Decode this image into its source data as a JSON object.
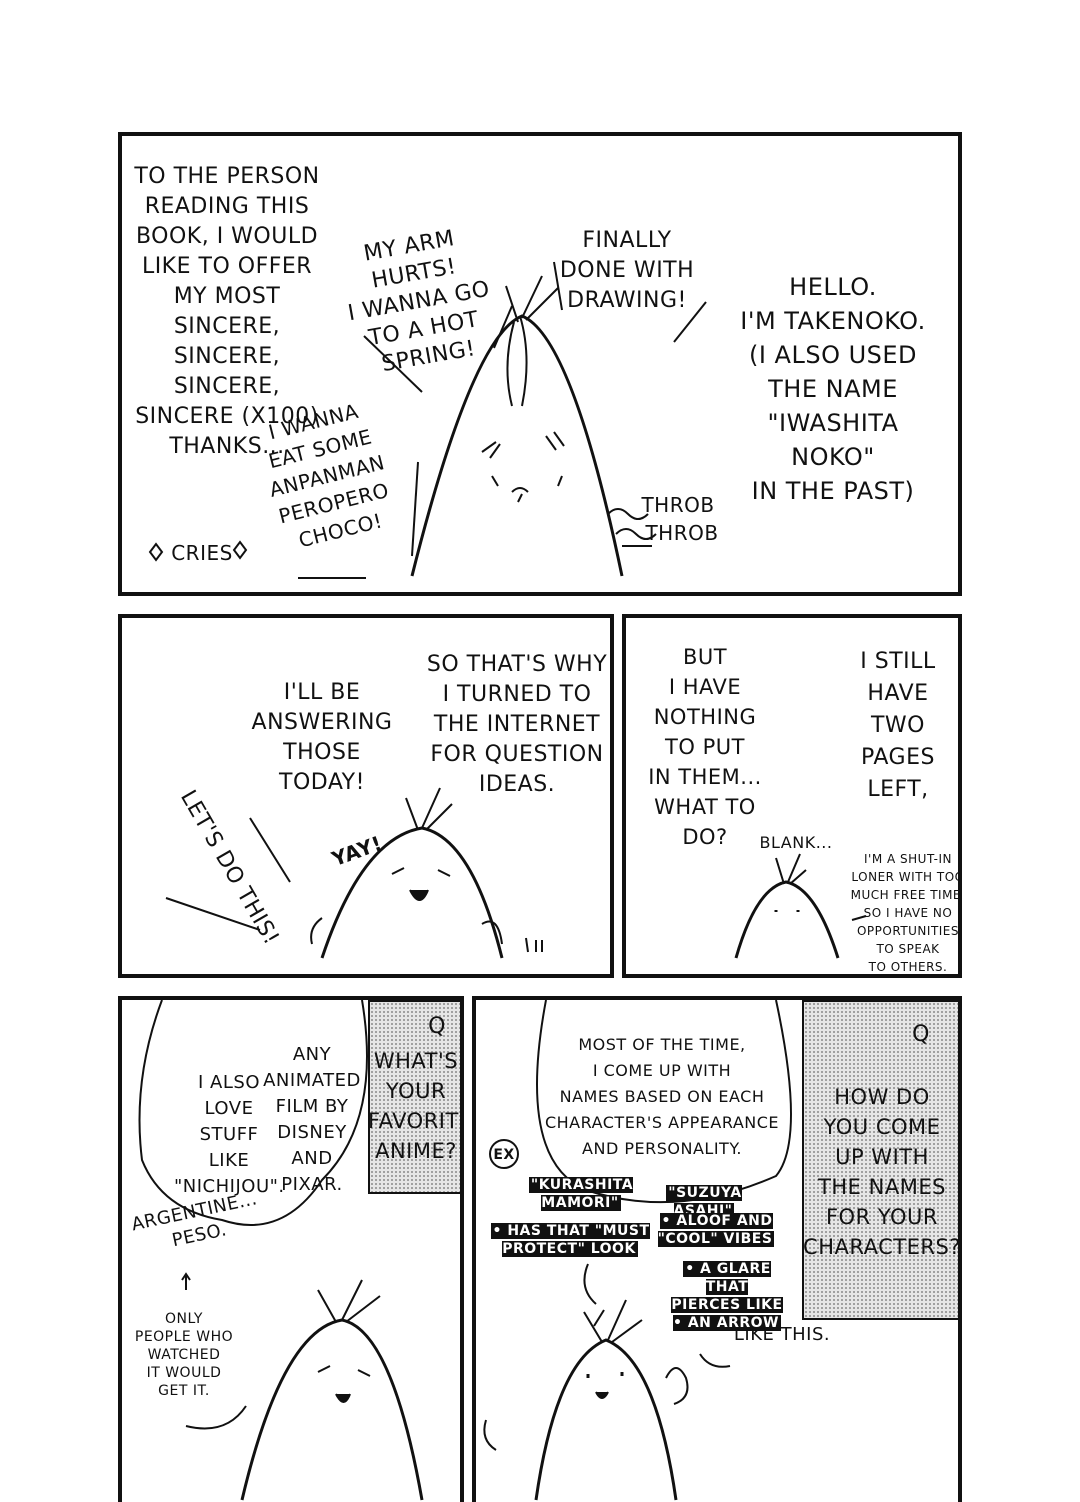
{
  "panel1": {
    "thanks": "TO THE PERSON\nREADING THIS\nBOOK, I WOULD\nLIKE TO OFFER\nMY MOST SINCERE,\nSINCERE, SINCERE,\nSINCERE (X100)\nTHANKS...",
    "arm": "MY ARM HURTS!\nI WANNA GO\nTO A HOT\nSPRING!",
    "finally": "FINALLY\nDONE WITH\nDRAWING!",
    "hello": "HELLO.\nI'M TAKENOKO.\n(I ALSO USED\nTHE NAME\n\"IWASHITA NOKO\"\nIN THE PAST)",
    "eat": "I WANNA\nEAT SOME\nANPANMAN\nPEROPERO\nCHOCO!",
    "cries": "CRIES",
    "throb1": "THROB",
    "throb2": "THROB"
  },
  "panel2": {
    "answering": "I'LL BE\nANSWERING\nTHOSE\nTODAY!",
    "internet": "SO THAT'S WHY\nI TURNED TO\nTHE INTERNET\nFOR QUESTION\nIDEAS.",
    "letsdo": "LET'S DO THIS!",
    "yay": "YAY!"
  },
  "panel3": {
    "still": "I STILL\nHAVE\nTWO\nPAGES\nLEFT,",
    "nothing": "BUT\nI HAVE\nNOTHING\nTO PUT\nIN THEM...\nWHAT TO\nDO?",
    "blank": "BLANK...",
    "shutin": "I'M A SHUT-IN\nLONER WITH TOO\nMUCH FREE TIME,\nSO I HAVE NO\nOPPORTUNITIES\nTO SPEAK\nTO OTHERS."
  },
  "panel4": {
    "q_mark": "Q",
    "question": "WHAT'S\nYOUR\nFAVORITE\nANIME?",
    "disney": "ANY\nANIMATED\nFILM BY\nDISNEY\nAND\nPIXAR.",
    "nichijou": "I ALSO\nLOVE\nSTUFF\nLIKE\n\"NICHIJOU\".",
    "peso": "ARGENTINE...\nPESO.",
    "only": "ONLY\nPEOPLE WHO\nWATCHED\nIT WOULD\nGET IT."
  },
  "panel5": {
    "q_mark": "Q",
    "question": "HOW DO\nYOU COME\nUP WITH\nTHE NAMES\nFOR YOUR\nCHARACTERS?",
    "most": "MOST OF THE TIME,\nI COME UP WITH\nNAMES BASED ON EACH\nCHARACTER'S APPEARANCE\nAND PERSONALITY.",
    "ex": "EX",
    "kura_name": "\"KURASHITA\nMAMORI\"",
    "kura_desc": "• HAS THAT \"MUST\nPROTECT\" LOOK",
    "suzu_name": "\"SUZUYA ASAHI\"",
    "suzu_1": "• ALOOF AND\n\"COOL\" VIBES",
    "suzu_2": "• A GLARE THAT\nPIERCES LIKE\n• AN ARROW",
    "like_this": "LIKE THIS."
  }
}
